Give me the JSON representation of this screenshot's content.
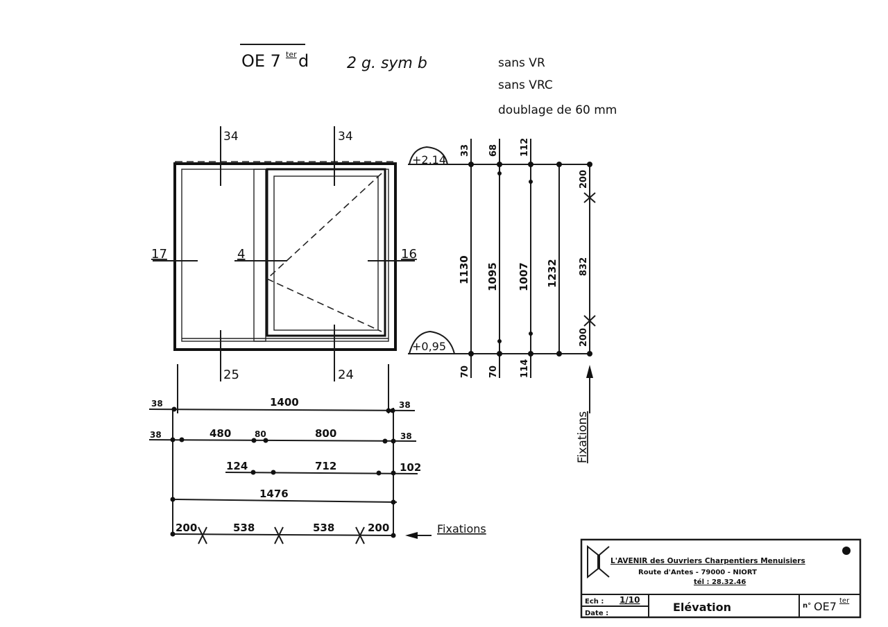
{
  "header": {
    "drawing_code": "OE 7",
    "drawing_code_sup": "ter",
    "drawing_code_suffix": "d",
    "variant": "2 g. sym b",
    "notes": [
      "sans VR",
      "sans VRC",
      "doublage de 60 mm"
    ]
  },
  "section_marks": {
    "top_left": "34",
    "top_right": "34",
    "left": "17",
    "mullion": "4",
    "right": "16",
    "bottom_left": "25",
    "bottom_right": "24"
  },
  "levels": {
    "top": "+2,14",
    "bottom": "+0,95"
  },
  "vertical_dims": {
    "top": [
      "33",
      "68",
      "112"
    ],
    "main": [
      "1130",
      "1095",
      "1007",
      "1232"
    ],
    "bottom": [
      "70",
      "70",
      "114"
    ],
    "fixations": [
      "200",
      "832",
      "200"
    ]
  },
  "horizontal_dims": {
    "row1": [
      "38",
      "1400",
      "38"
    ],
    "row2": [
      "38",
      "480",
      "80",
      "800",
      "38"
    ],
    "row3": [
      "124",
      "712",
      "102"
    ],
    "row4": [
      "1476"
    ],
    "row5": [
      "200",
      "538",
      "538",
      "200"
    ]
  },
  "fixations_label_vertical": "Fixations",
  "fixations_label_horizontal": "Fixations",
  "title_block": {
    "company": "L'AVENIR des Ouvriers Charpentiers Menuisiers",
    "address": "Route d'Antes - 79000 - NIORT",
    "phone": "tél : 28.32.46",
    "scale_label": "Ech :",
    "scale_value": "1/10",
    "date_label": "Date :",
    "view_title": "Elévation",
    "number_label": "n°",
    "number_value": "OE7",
    "number_sup": "ter"
  }
}
